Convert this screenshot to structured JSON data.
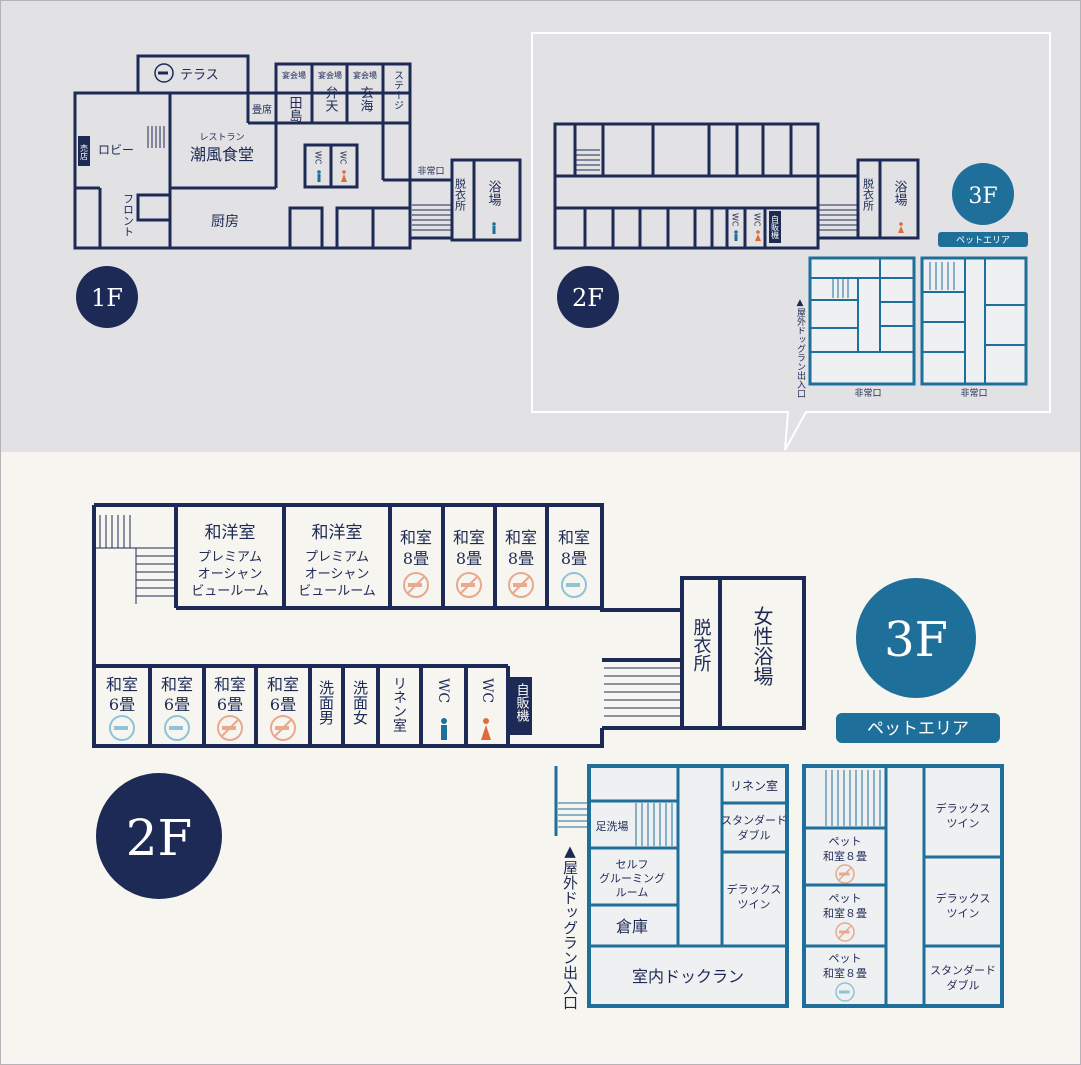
{
  "colors": {
    "navy": "#1d2a55",
    "blue": "#1f6f9b",
    "female": "#e06a3a",
    "male": "#1f6f9b",
    "no_smoking": "#e8a98e",
    "smoking": "#8fc3d8",
    "top_bg": "#e2e1e4",
    "bottom_bg": "#f7f5f0",
    "room_fill": "#eef0f2"
  },
  "floors": {
    "f1": "1F",
    "f2": "2F",
    "f3": "3F"
  },
  "pet_area": "ペットエリア",
  "overview": {
    "terrace": "テラス",
    "lobby": "ロビー",
    "shop": "売店",
    "front": "フロント",
    "restaurant_sub": "レストラン",
    "restaurant": "潮風食堂",
    "tatami_seat": "畳席",
    "kitchen": "厨房",
    "banquet": "宴会場",
    "banquet_rooms": [
      "田島",
      "弁天",
      "玄海"
    ],
    "stage": "ステージ",
    "wc": "WC",
    "exit": "非常口",
    "changing": "脱衣所",
    "bath": "浴場",
    "vending": "自販機",
    "dog_run_entrance": "▲屋外ドッグラン出入口",
    "exit_3f": "非常口"
  },
  "detail_2f": {
    "washitsu": "和洋室",
    "premium": [
      "プレミアム",
      "オーシャン",
      "ビュールーム"
    ],
    "washitsu_room": "和室",
    "tatami8": "8畳",
    "tatami6": "6畳",
    "washroom_male": "洗面男",
    "washroom_female": "洗面女",
    "linen": "リネン室",
    "wc": "WC",
    "vending": "自販機",
    "changing": "脱衣所",
    "women_bath": "女性浴場"
  },
  "detail_3f": {
    "dog_run_entrance": "▲屋外ドッグラン出入口",
    "foot_wash": "足洗場",
    "grooming": [
      "セルフ",
      "グルーミング",
      "ルーム"
    ],
    "storage": "倉庫",
    "indoor_dog_run": "室内ドックラン",
    "linen": "リネン室",
    "standard_double": [
      "スタンダード",
      "ダブル"
    ],
    "deluxe_twin": [
      "デラックス",
      "ツイン"
    ],
    "pet_room": [
      "ペット",
      "和室８畳"
    ]
  }
}
